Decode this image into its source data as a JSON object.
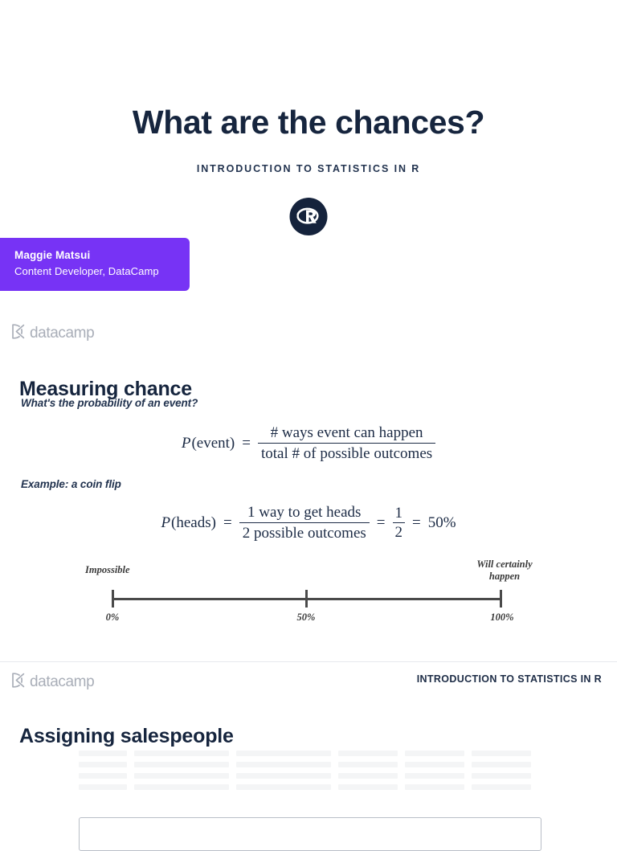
{
  "deck": {
    "course_title": "INTRODUCTION TO STATISTICS IN R",
    "brand_name": "datacamp",
    "colors": {
      "navy": "#16253e",
      "purple": "#7733f5",
      "logo_grey": "#a9aeb8",
      "rule_grey": "#e7e9ed",
      "scale_grey": "#4a4a4a"
    }
  },
  "title_slide": {
    "heading": "What are the chances?",
    "subheading": "INTRODUCTION TO STATISTICS IN R",
    "logo_icon": "r-language-icon",
    "author": {
      "name": "Maggie Matsui",
      "role": "Content Developer, DataCamp"
    },
    "brand": "datacamp"
  },
  "chance_slide": {
    "title": "Measuring chance",
    "question": "What's the probability of an event?",
    "formula_event": {
      "lhs_p": "P",
      "lhs_arg": "(event)",
      "equals": "=",
      "numerator": "# ways event can happen",
      "denominator": "total # of possible outcomes"
    },
    "example_label": "Example: a coin flip",
    "formula_heads": {
      "lhs_p": "P",
      "lhs_arg": "(heads)",
      "equals": "=",
      "numerator": "1 way to get heads",
      "denominator": "2 possible outcomes",
      "equals2": "=",
      "fraction_num": "1",
      "fraction_den": "2",
      "equals3": "=",
      "result": "50%"
    },
    "scale": {
      "left_caption": "Impossible",
      "right_caption": "Will certainly happen",
      "ticks": [
        {
          "label": "0%",
          "value": 0
        },
        {
          "label": "50%",
          "value": 50
        },
        {
          "label": "100%",
          "value": 100
        }
      ]
    }
  },
  "sales_slide": {
    "brand": "datacamp",
    "eyebrow": "INTRODUCTION TO STATISTICS IN R",
    "title": "Assigning salespeople"
  }
}
